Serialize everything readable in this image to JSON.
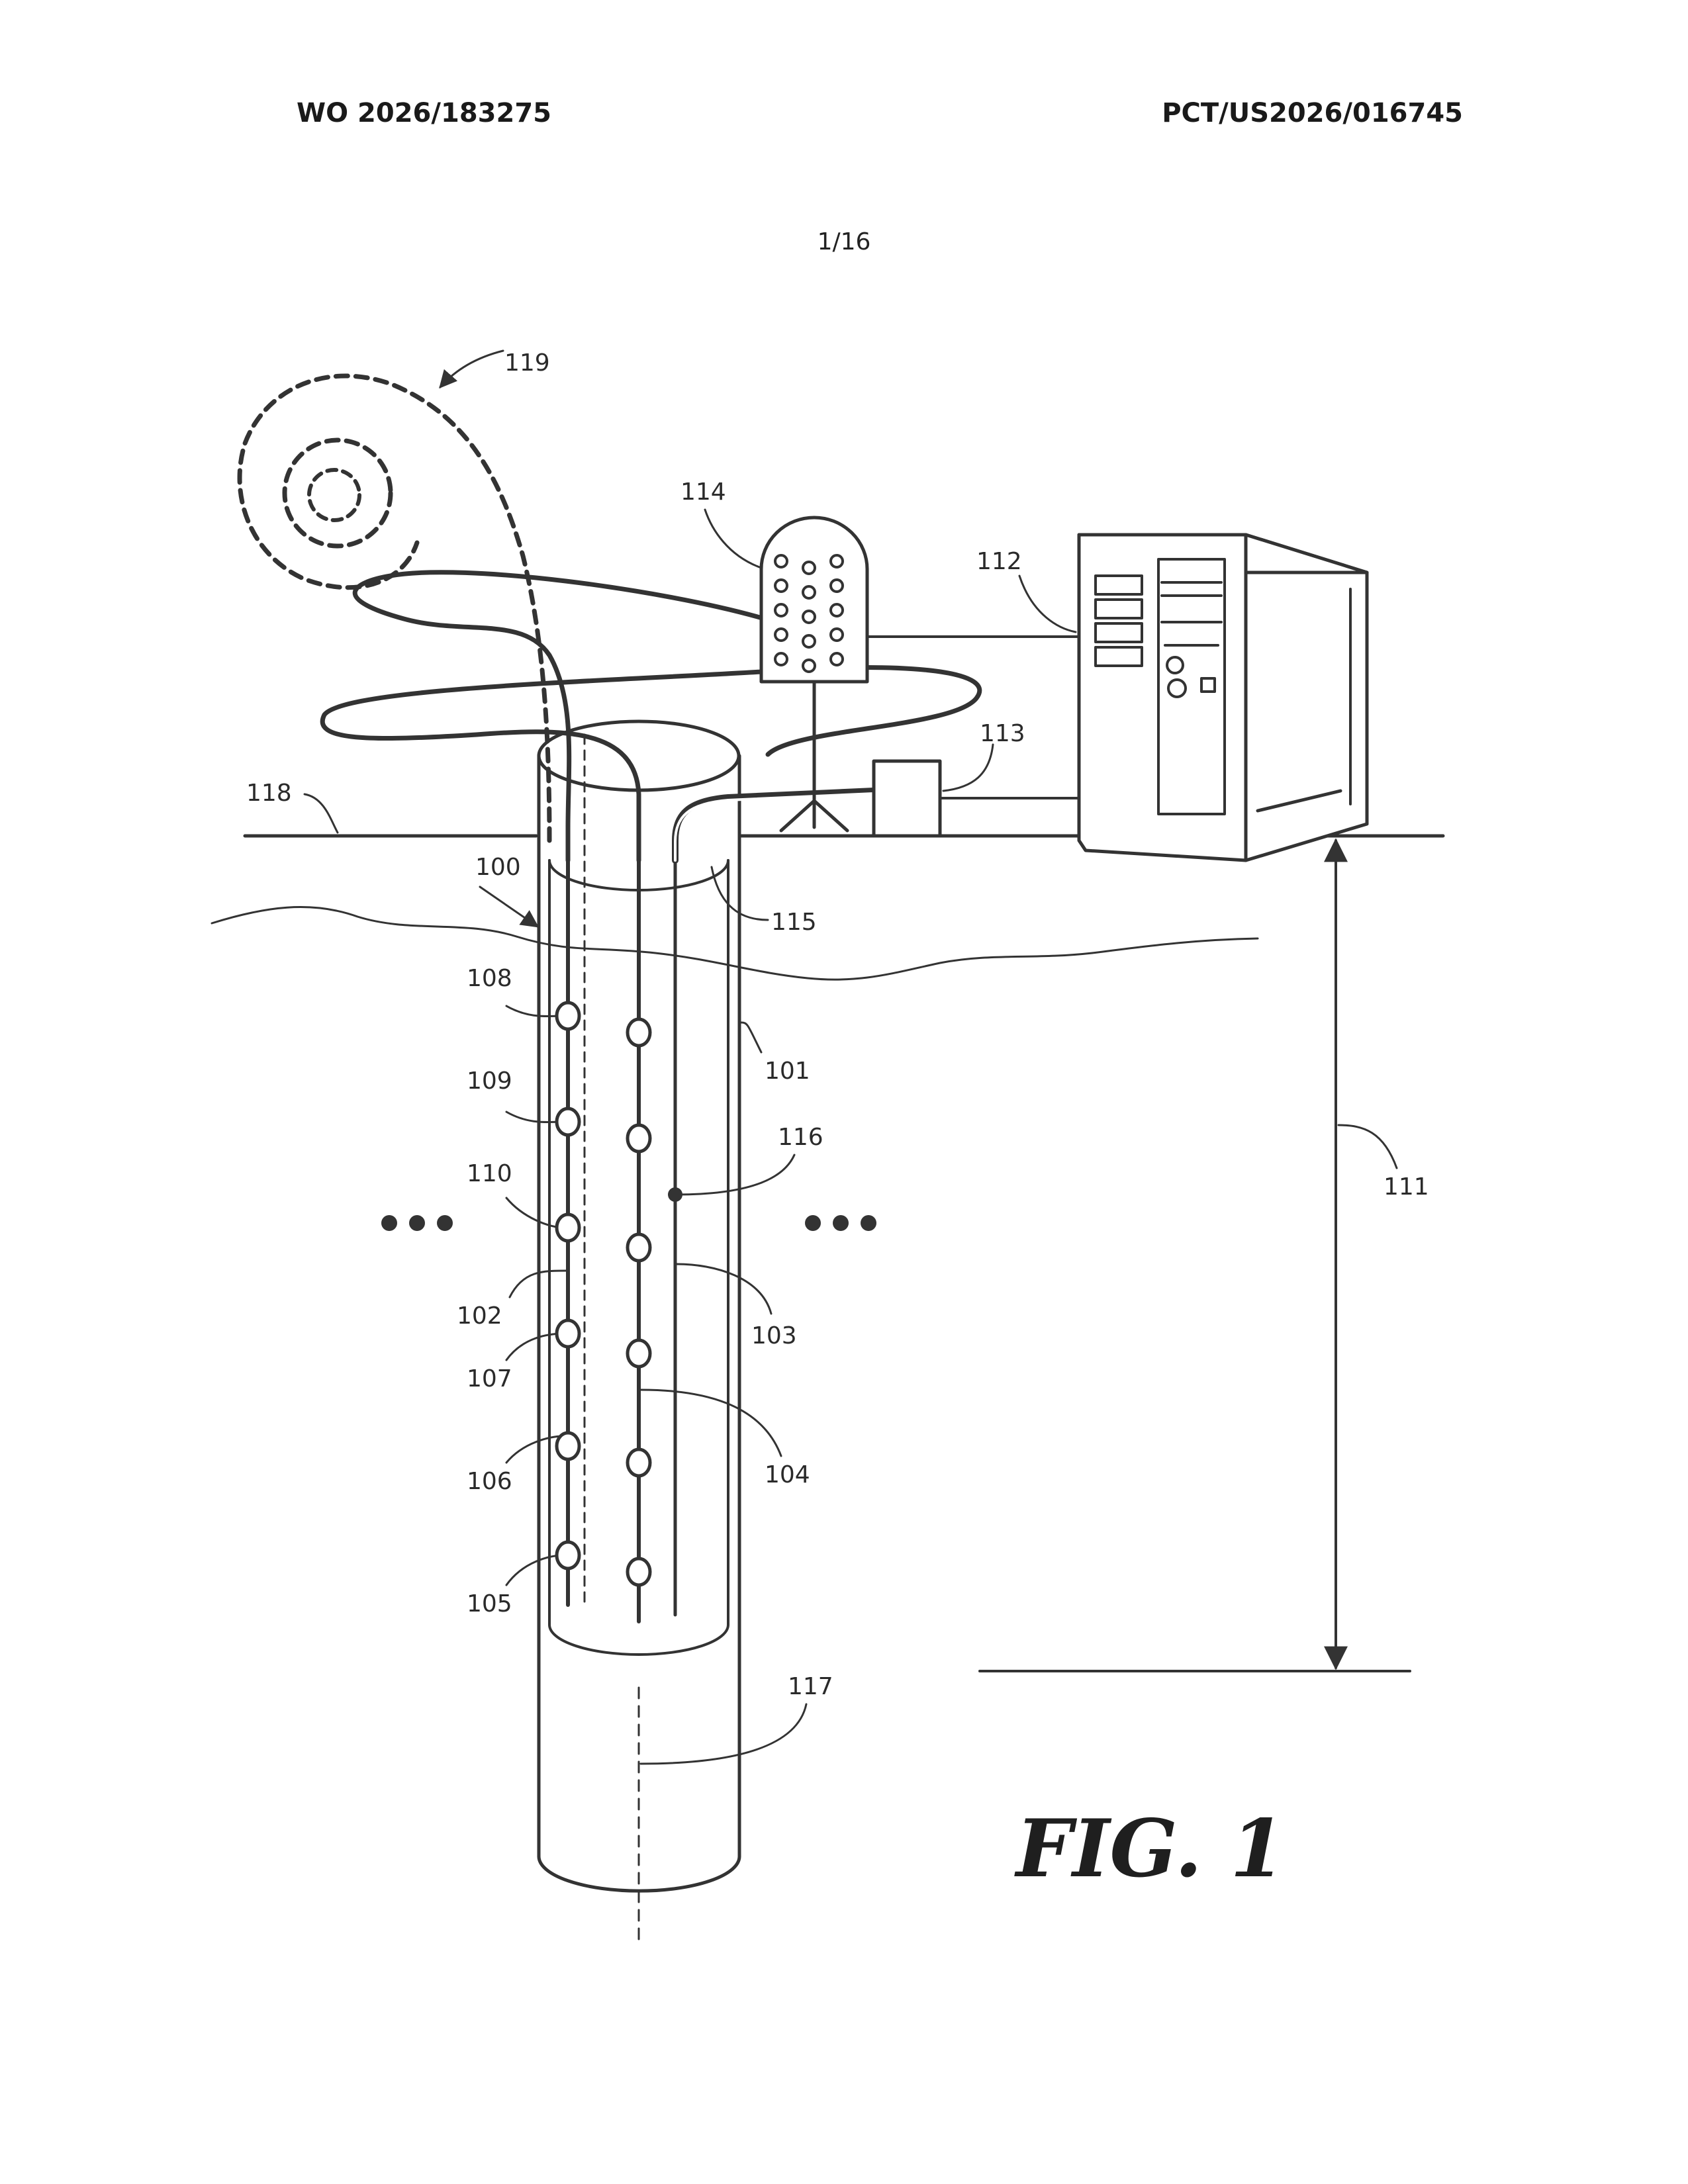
{
  "header": {
    "publication_number": "WO 2026/183275",
    "application_number": "PCT/US2026/016745"
  },
  "sheet_number": "1/16",
  "figure_title": "FIG. 1",
  "reference_labels": {
    "r100": "100",
    "r101": "101",
    "r102": "102",
    "r103": "103",
    "r104": "104",
    "r105": "105",
    "r106": "106",
    "r107": "107",
    "r108": "108",
    "r109": "109",
    "r110": "110",
    "r111": "111",
    "r112": "112",
    "r113": "113",
    "r114": "114",
    "r115": "115",
    "r116": "116",
    "r117": "117",
    "r118": "118",
    "r119": "119"
  }
}
